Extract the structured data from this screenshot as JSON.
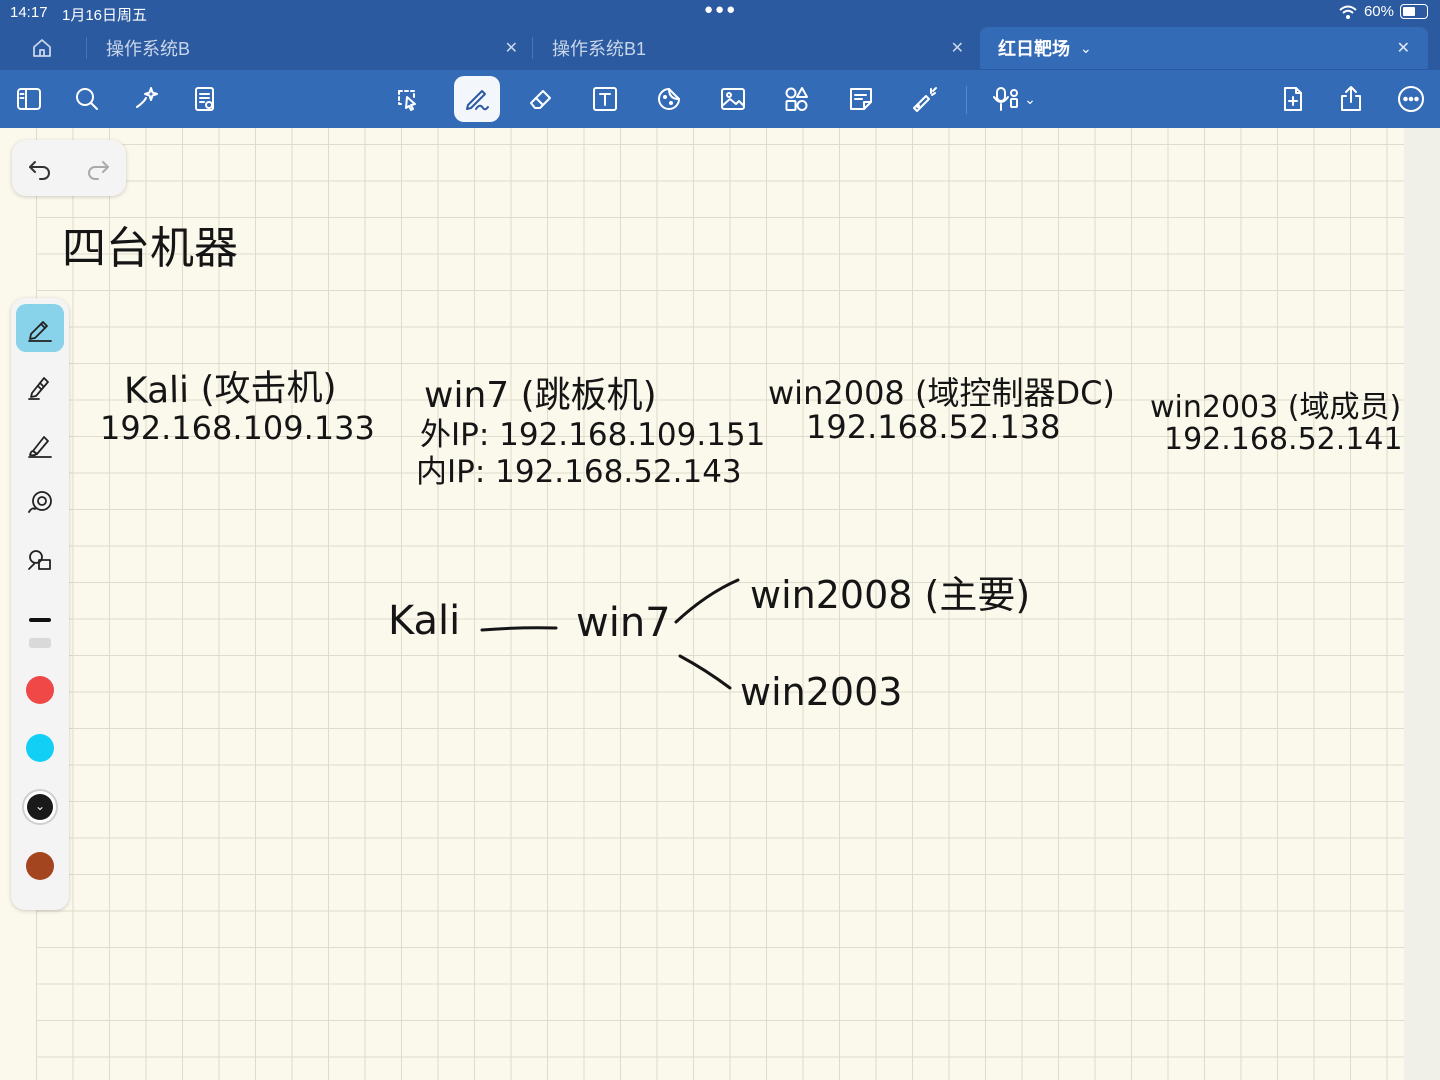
{
  "status": {
    "time": "14:17",
    "date": "1月16日周五",
    "battery": "60%",
    "battery_level": 0.6
  },
  "tabs": [
    {
      "label": "操作系统B"
    },
    {
      "label": "操作系统B1"
    },
    {
      "label": "红日靶场"
    }
  ],
  "toolbar_icons": [
    "sidebar-icon",
    "search-icon",
    "magic-wand-icon",
    "document-icon",
    "lasso-icon",
    "pen-icon",
    "eraser-icon",
    "text-icon",
    "sticker-icon",
    "image-icon",
    "shapes-icon",
    "sticky-note-icon",
    "laser-pointer-icon",
    "microphone-icon",
    "add-page-icon",
    "share-icon",
    "more-icon"
  ],
  "colors": {
    "accent": "#2b5aa0",
    "red": "#f04846",
    "cyan": "#12cff5",
    "black": "#1a1a1a",
    "brown": "#a3461f"
  },
  "note": {
    "title": "四台机器",
    "machines": [
      {
        "name": "Kali (攻击机)",
        "ip1": "192.168.109.133"
      },
      {
        "name": "win7 (跳板机)",
        "ip1": "外IP: 192.168.109.151",
        "ip2": "内IP: 192.168.52.143"
      },
      {
        "name": "win2008 (域控制器DC)",
        "ip1": "192.168.52.138"
      },
      {
        "name": "win2003 (域成员)",
        "ip1": "192.168.52.141"
      }
    ],
    "diagram": {
      "kali": "Kali",
      "win7": "win7",
      "win2008": "win2008 (主要)",
      "win2003": "win2003"
    }
  }
}
